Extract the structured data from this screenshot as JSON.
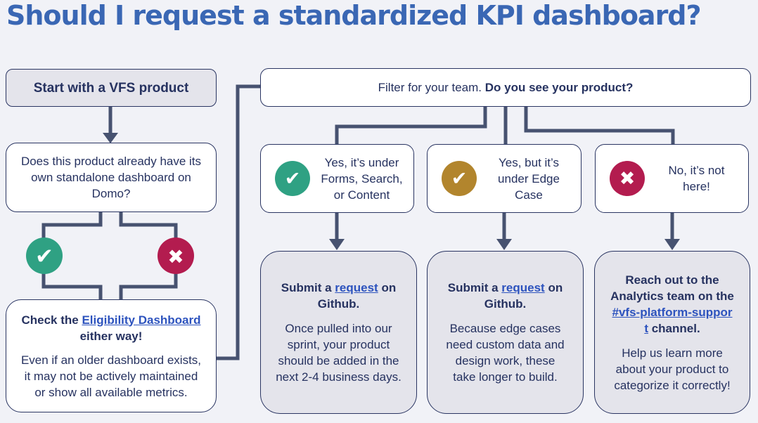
{
  "title": "Should I request a standardized KPI dashboard?",
  "icons": {
    "check": "✔",
    "cross": "✖"
  },
  "colors": {
    "background": "#F1F2F7",
    "title_blue": "#3A67B4",
    "text_navy": "#263260",
    "border_navy": "#2A3562",
    "link_blue": "#2D53BE",
    "connector": "#475270",
    "node_gray": "#E4E4EB",
    "green": "#2FA183",
    "gold": "#B2852D",
    "crimson": "#B31C4F"
  },
  "nodes": {
    "start": "Start with a VFS product",
    "question": "Does this product already have its\nown standalone dashboard on\nDomo?",
    "eligibility_heading": [
      {
        "text": "Check the ",
        "style": "bold"
      },
      {
        "text": "Eligibility Dashboard",
        "style": "boldlink",
        "name": "eligibility-dashboard-link"
      },
      {
        "text": "\neither way!",
        "style": "bold"
      }
    ],
    "eligibility_body": "Even if an older dashboard exists,\nit may not be actively maintained\nor show all available metrics.",
    "filter": [
      {
        "text": "Filter for your team. "
      },
      {
        "text": "Do you see your product?",
        "style": "bold"
      }
    ],
    "options": [
      {
        "label": "Yes, it’s under\nForms, Search,\nor Content"
      },
      {
        "label": "Yes, but it’s\nunder Edge\nCase"
      },
      {
        "label": "No, it’s not\nhere!"
      }
    ],
    "outcomes": [
      {
        "heading": [
          {
            "text": "Submit a ",
            "style": "bold"
          },
          {
            "text": "request",
            "style": "boldlink",
            "name": "github-request-link"
          },
          {
            "text": " on\nGithub.",
            "style": "bold"
          }
        ],
        "body": "Once pulled into our\nsprint, your product\nshould be added in the\nnext 2-4 business days."
      },
      {
        "heading": [
          {
            "text": "Submit a ",
            "style": "bold"
          },
          {
            "text": "request",
            "style": "boldlink",
            "name": "github-request-link"
          },
          {
            "text": " on\nGithub.",
            "style": "bold"
          }
        ],
        "body": "Because edge cases\nneed custom data and\ndesign work, these\ntake longer to build."
      },
      {
        "heading": [
          {
            "text": "Reach out to the\nAnalytics team on the\n",
            "style": "bold"
          },
          {
            "text": "#vfs-platform-suppor\nt",
            "style": "boldlink",
            "name": "vfs-platform-support-link"
          },
          {
            "text": " channel.",
            "style": "bold"
          }
        ],
        "body": "Help us  learn more\nabout your product to\ncategorize it correctly!"
      }
    ]
  }
}
